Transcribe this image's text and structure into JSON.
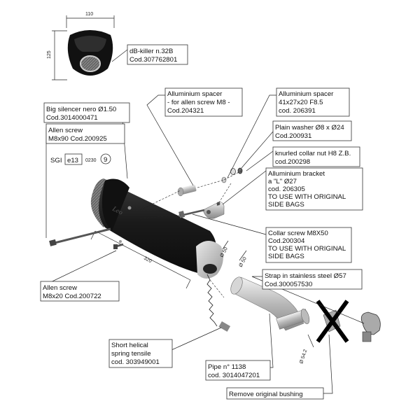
{
  "dims": {
    "width": "110",
    "height": "125",
    "length": "320",
    "d50a": "Ø 50",
    "d50b": "Ø 50",
    "d542": "Ø 54.2"
  },
  "labels": {
    "db_killer": [
      "dB-killer n.32B",
      "Cod.307762801"
    ],
    "alu_spacer_m8": [
      "Alluminium spacer",
      "- for allen screw M8 -",
      "Cod.204321"
    ],
    "alu_spacer_41": [
      "Alluminium spacer",
      "41x27x20 F8.5",
      "cod. 206391"
    ],
    "big_silencer": [
      "Big silencer nero Ø1.50",
      "Cod.3014000471"
    ],
    "allen_m8x90": [
      "Allen screw",
      "M8x90 Cod.200925"
    ],
    "plain_washer": [
      "Plain washer Ø8 x Ø24",
      "Cod.200931"
    ],
    "knurled_collar": [
      "knurled collar nut H8 Z.B.",
      "cod.200298"
    ],
    "alu_bracket": [
      "Alluminium bracket",
      "a \"L\" Ø27",
      "cod. 206305",
      "TO USE WITH ORIGINAL",
      "SIDE BAGS"
    ],
    "collar_screw": [
      "Collar screw M8X50",
      "Cod.200304",
      "TO USE WITH ORIGINAL",
      "SIDE BAGS"
    ],
    "allen_m8x20": [
      "Allen screw",
      "M8x20 Cod.200722"
    ],
    "strap": [
      "Strap in stainless steel Ø57",
      "Cod.300057530"
    ],
    "spring": [
      "Short helical",
      "spring tensile",
      "cod. 303949001"
    ],
    "pipe": [
      "Pipe n° 1138",
      "cod. 3014047201"
    ],
    "remove_bushing": [
      "Remove original bushing"
    ]
  },
  "homologation": {
    "sgi": "SGI",
    "e_mark": "e13",
    "number": "0230",
    "circle": "9"
  }
}
